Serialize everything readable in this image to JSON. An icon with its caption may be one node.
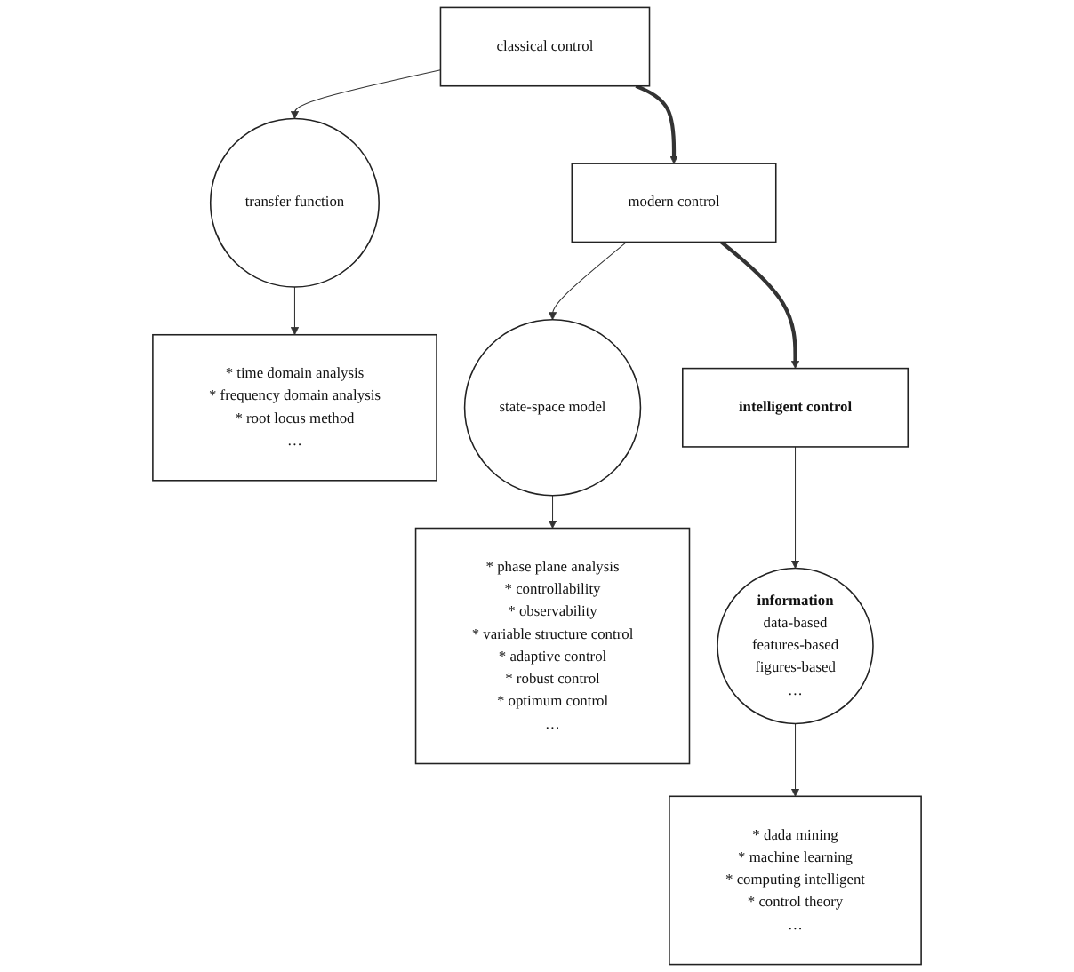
{
  "diagram": {
    "nodes": [
      {
        "text": [
          "classical control"
        ]
      },
      {
        "text": [
          "transfer function"
        ]
      },
      {
        "text": [
          "* time domain analysis",
          "* frequency domain analysis",
          "* root locus method",
          "…"
        ]
      },
      {
        "text": [
          "modern control"
        ]
      },
      {
        "text": [
          "state-space model"
        ]
      },
      {
        "text": [
          "* phase plane analysis",
          "* controllability",
          "* observability",
          "* variable structure control",
          "* adaptive control",
          "* robust control",
          "* optimum control",
          "…"
        ]
      },
      {
        "text": [
          "intelligent control"
        ]
      },
      {
        "text": [
          "information",
          "data-based",
          "features-based",
          "figures-based",
          "…"
        ]
      },
      {
        "text": [
          "* dada mining",
          "* machine learning",
          "* computing intelligent",
          "* control theory",
          "…"
        ]
      }
    ],
    "edges": [
      {
        "from": 0,
        "to": 1,
        "arrow": "to"
      },
      {
        "from": 1,
        "to": 2,
        "arrow": "to"
      },
      {
        "from": 0,
        "to": 3,
        "arrow": "to",
        "style": "thick"
      },
      {
        "from": 3,
        "to": 4,
        "arrow": "to"
      },
      {
        "from": 4,
        "to": 5,
        "arrow": "to"
      },
      {
        "from": 3,
        "to": 6,
        "arrow": "to",
        "style": "thick"
      },
      {
        "from": 6,
        "to": 7,
        "arrow": "to"
      },
      {
        "from": 7,
        "to": 8,
        "arrow": "to"
      }
    ]
  }
}
